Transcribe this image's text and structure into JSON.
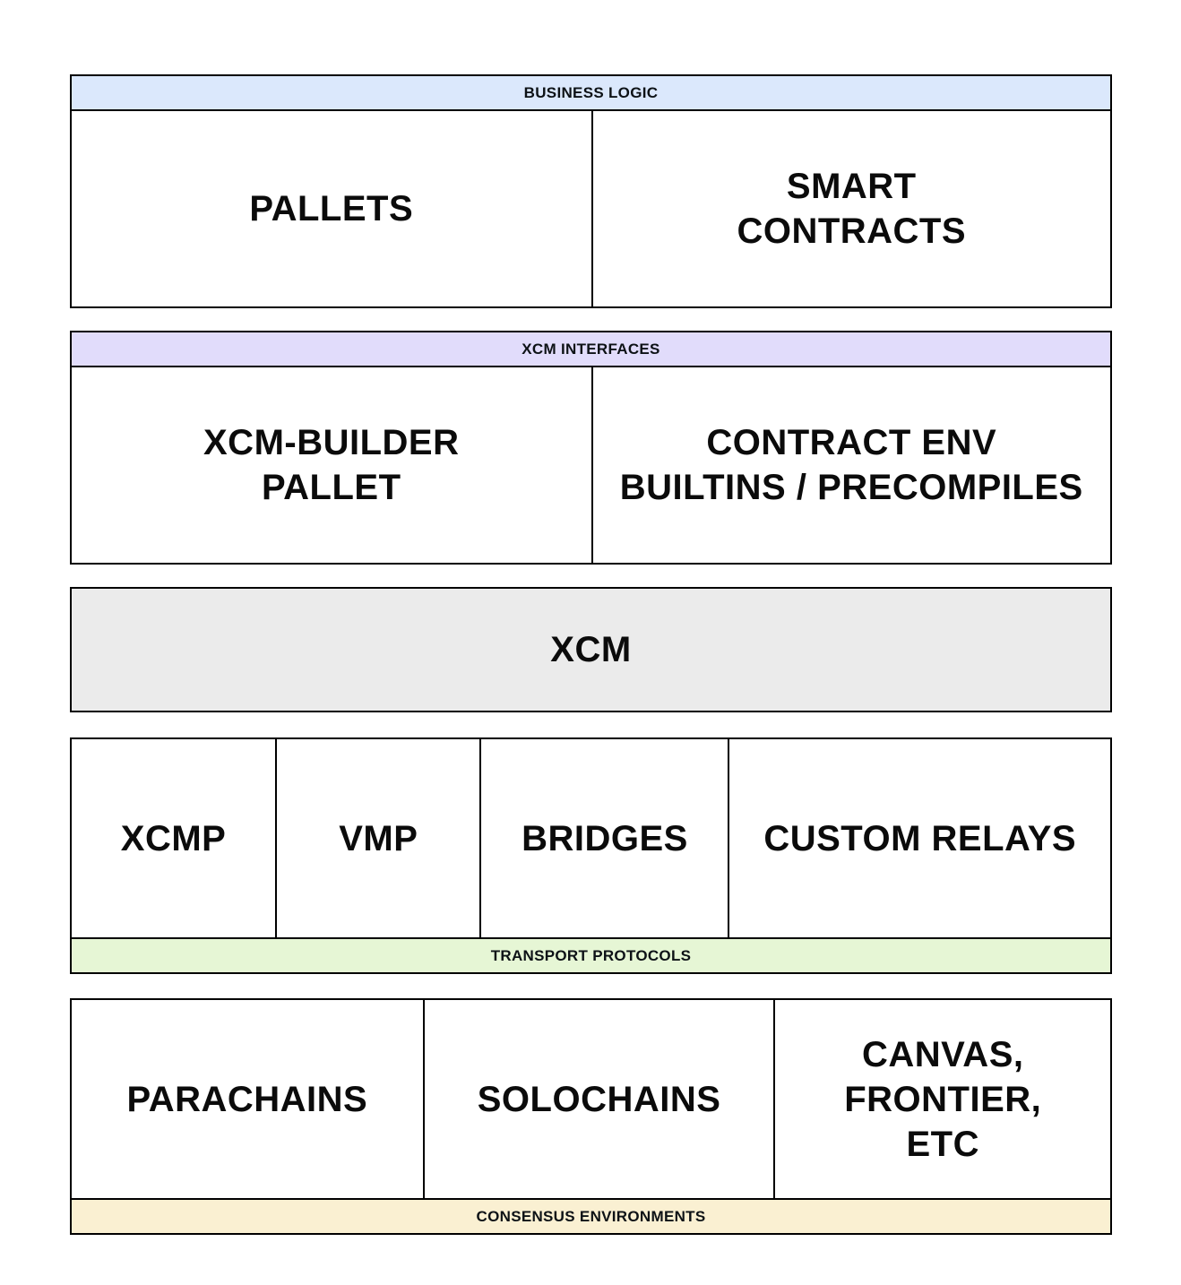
{
  "colors": {
    "business_logic_header_bg": "#dbe8fc",
    "xcm_interfaces_header_bg": "#e1dcfb",
    "xcm_bar_bg": "#ebebeb",
    "transport_footer_bg": "#e6f6d5",
    "consensus_footer_bg": "#faf0d2",
    "border": "#000000",
    "text": "#0b0b0b",
    "page_bg": "#ffffff"
  },
  "diagram": {
    "business_logic": {
      "header": "BUSINESS LOGIC",
      "cells": [
        {
          "label": "PALLETS"
        },
        {
          "label": "SMART\nCONTRACTS"
        }
      ]
    },
    "xcm_interfaces": {
      "header": "XCM INTERFACES",
      "cells": [
        {
          "label": "XCM-BUILDER\nPALLET"
        },
        {
          "label": "CONTRACT ENV\nBUILTINS / PRECOMPILES"
        }
      ]
    },
    "xcm": {
      "label": "XCM"
    },
    "transport_protocols": {
      "footer": "TRANSPORT PROTOCOLS",
      "cells": [
        {
          "label": "XCMP"
        },
        {
          "label": "VMP"
        },
        {
          "label": "BRIDGES"
        },
        {
          "label": "CUSTOM RELAYS"
        }
      ]
    },
    "consensus_environments": {
      "footer": "CONSENSUS ENVIRONMENTS",
      "cells": [
        {
          "label": "PARACHAINS"
        },
        {
          "label": "SOLOCHAINS"
        },
        {
          "label": "CANVAS,\nFRONTIER,\nETC"
        }
      ]
    }
  }
}
